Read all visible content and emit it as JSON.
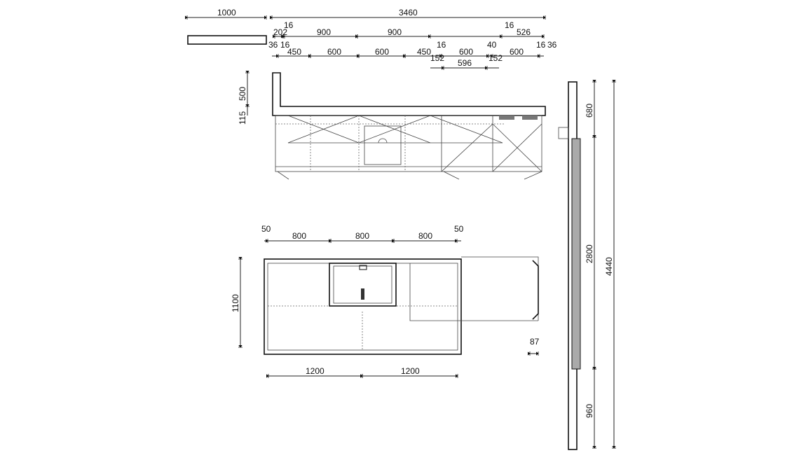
{
  "elevation_dims": {
    "overall_left": "1000",
    "overall": "3460",
    "r2_202": "202",
    "r2_16a": "16",
    "r2_900a": "900",
    "r2_900b": "900",
    "r2_16b": "16",
    "r2_526": "526",
    "r3_36a": "36",
    "r3_16a": "16",
    "r3_450a": "450",
    "r3_600a": "600",
    "r3_600b": "600",
    "r3_450b": "450",
    "r3_16b": "16",
    "r3_152a": "152",
    "r3_600c": "600",
    "r3_40": "40",
    "r3_152b": "152",
    "r3_600d": "600",
    "r3_16c": "16",
    "r3_36b": "36",
    "r4_596": "596",
    "v_500": "500",
    "v_115": "115"
  },
  "plan_dims": {
    "top_50a": "50",
    "top_800a": "800",
    "top_800b": "800",
    "top_800c": "800",
    "top_50b": "50",
    "depth": "1100",
    "bottom_1200a": "1200",
    "bottom_1200b": "1200",
    "gap_87": "87"
  },
  "section_dims": {
    "d680": "680",
    "d2800": "2800",
    "d960": "960",
    "total": "4440"
  }
}
